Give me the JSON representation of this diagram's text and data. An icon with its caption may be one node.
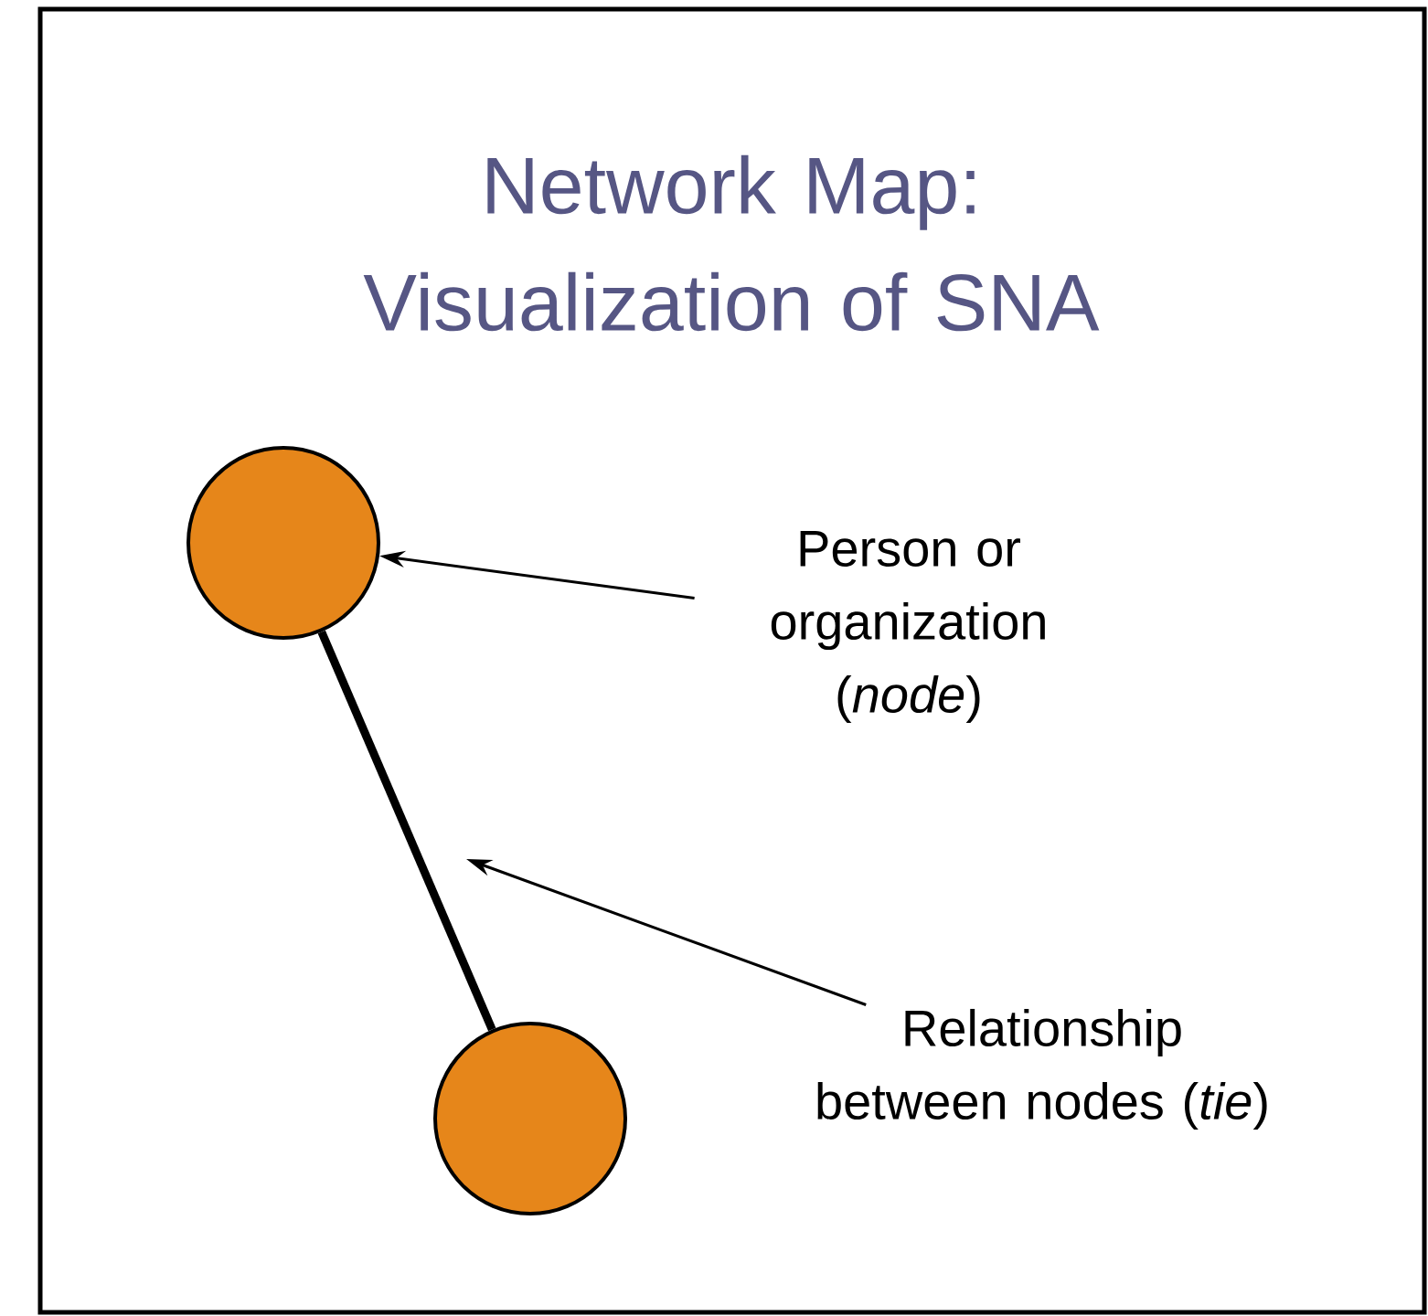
{
  "diagram": {
    "title": "Network Map: Visualization of SNA",
    "nodes": [
      {
        "text": [],
        "shape": "circle"
      },
      {
        "text": [],
        "shape": "circle"
      },
      {
        "text": [
          "Person or organization (*node*)"
        ]
      },
      {
        "text": [
          "Relationship between nodes (*tie*)"
        ]
      }
    ],
    "edges": [
      {
        "from": 0,
        "to": 1,
        "arrow": "none",
        "style": "thick"
      },
      {
        "from": 2,
        "to": 0,
        "arrow": "to"
      },
      {
        "from": 3,
        "to": null,
        "arrow": "to"
      }
    ]
  }
}
